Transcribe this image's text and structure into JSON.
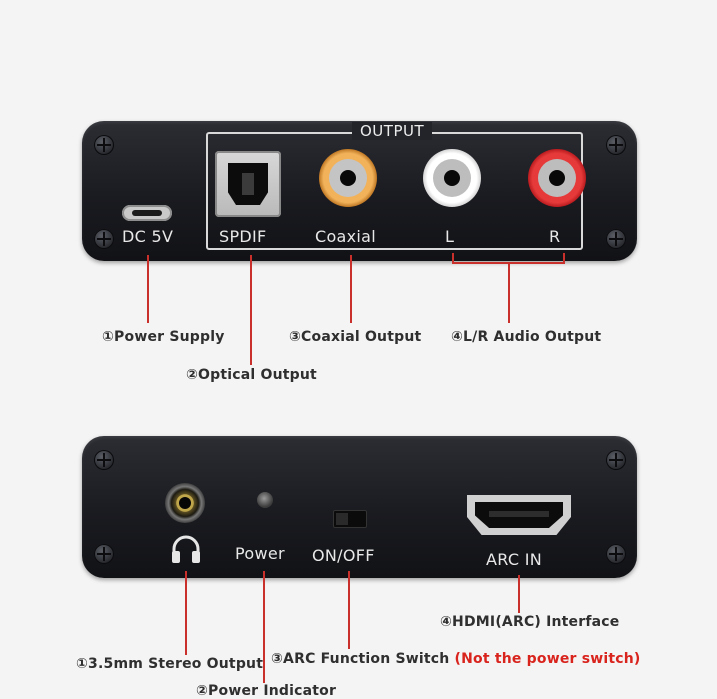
{
  "top_panel": {
    "output_title": "OUTPUT",
    "labels": {
      "dc": "DC 5V",
      "spdif": "SPDIF",
      "coaxial": "Coaxial",
      "left": "L",
      "right": "R"
    }
  },
  "bottom_panel": {
    "labels": {
      "power": "Power",
      "onoff": "ON/OFF",
      "arc_in": "ARC IN"
    }
  },
  "callouts_top": {
    "power_supply": "①Power Supply",
    "optical_output": "②Optical Output",
    "coaxial_output": "③Coaxial Output",
    "lr_audio_output": "④L/R Audio Output"
  },
  "callouts_bottom": {
    "stereo_output": "①3.5mm Stereo Output",
    "power_indicator": "②Power Indicator",
    "arc_switch": "③ARC Function Switch",
    "arc_switch_warning": "(Not the power switch)",
    "hdmi_interface": "④HDMI(ARC) Interface"
  },
  "colors": {
    "leader_line": "#c9302c",
    "warning_text": "#d9231d",
    "panel": "#1d1e23",
    "coaxial_ring": "#d58a2c",
    "left_ring": "#e6e6e6",
    "right_ring": "#c8242a"
  },
  "icons": [
    "screw-icon",
    "headphone-icon"
  ]
}
